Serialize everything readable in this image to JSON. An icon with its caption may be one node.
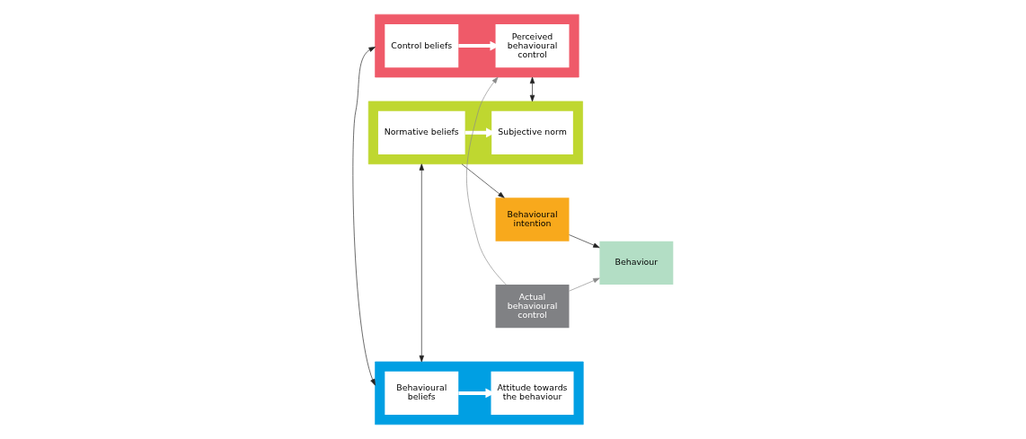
{
  "diagram": {
    "nodes": [
      {
        "text": [],
        "shape": "box"
      },
      {
        "text": [
          "Behavioural beliefs"
        ],
        "in": 0
      },
      {
        "text": [
          "Attitude towards the behaviour"
        ],
        "in": 0
      },
      {
        "text": [],
        "shape": "box"
      },
      {
        "text": [
          "Normative beliefs"
        ],
        "in": 3
      },
      {
        "text": [
          "Subjective norm"
        ],
        "in": 3
      },
      {
        "text": [],
        "shape": "box"
      },
      {
        "text": [
          "Control beliefs"
        ],
        "in": 6
      },
      {
        "text": [
          "Perceived behavioural control"
        ],
        "in": 6
      },
      {
        "text": [
          "Behavioural intention"
        ]
      },
      {
        "text": [
          "Behaviour"
        ]
      },
      {
        "text": [
          "Actual behavioural control"
        ]
      }
    ],
    "edges": [
      {
        "from": 1,
        "to": 2,
        "arrow": "to",
        "style": "thick",
        "color": "#ffffff"
      },
      {
        "from": 4,
        "to": 5,
        "arrow": "to",
        "style": "thick",
        "color": "#ffffff"
      },
      {
        "from": 7,
        "to": 8,
        "arrow": "to",
        "style": "thick",
        "color": "#ffffff"
      },
      {
        "from": 0,
        "to": 6,
        "arrow": "both"
      },
      {
        "from": 0,
        "to": 3,
        "arrow": "both"
      },
      {
        "from": 3,
        "to": 6,
        "arrow": "both"
      },
      {
        "from": 3,
        "to": 9,
        "arrow": "to"
      },
      {
        "from": 9,
        "to": 10,
        "arrow": "to"
      },
      {
        "from": 11,
        "to": 6,
        "arrow": "to",
        "color": "#8a8a8a"
      },
      {
        "from": 11,
        "to": 10,
        "arrow": "to",
        "color": "#8a8a8a"
      }
    ]
  }
}
